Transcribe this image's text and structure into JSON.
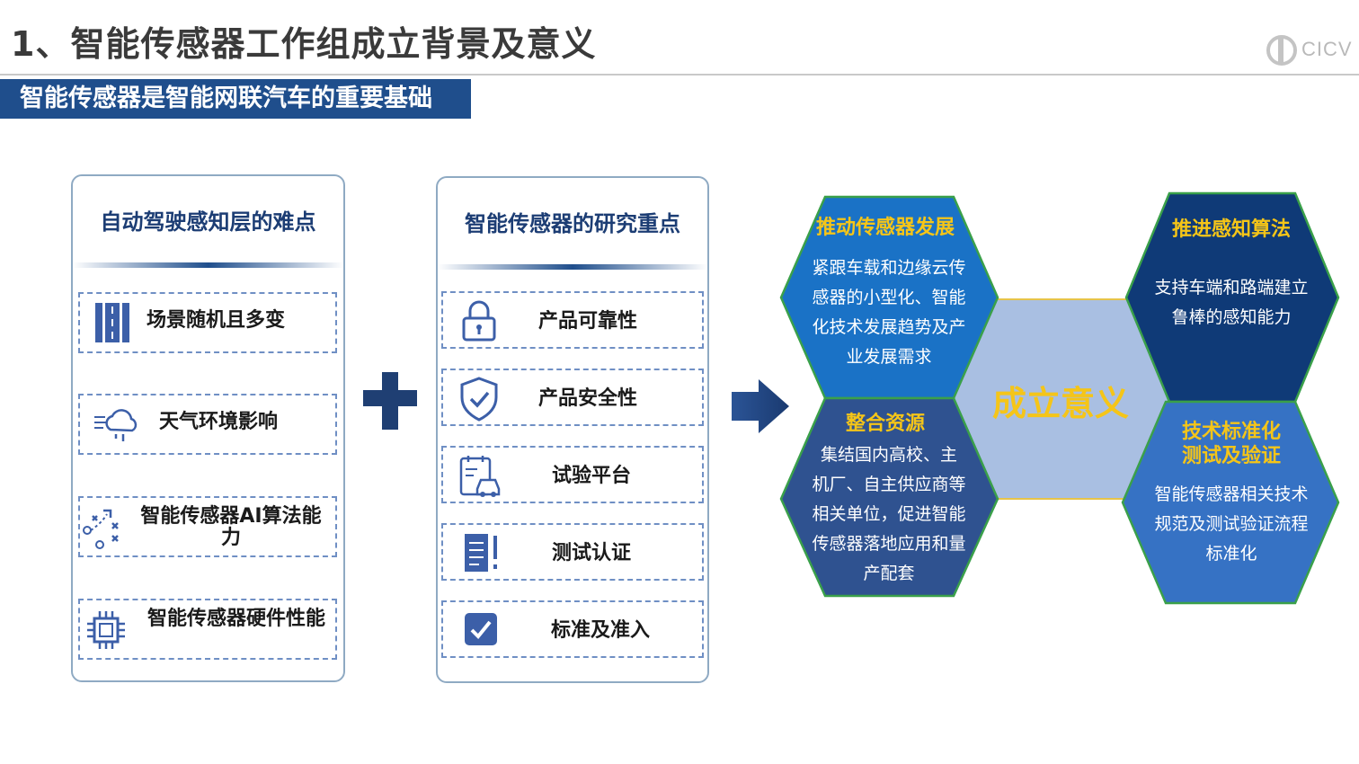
{
  "header": {
    "title": "1、智能传感器工作组成立背景及意义",
    "logo_text": "CICV",
    "subtitle": "智能传感器是智能网联汽车的重要基础"
  },
  "left_panel": {
    "title": "自动驾驶感知层的难点",
    "items": [
      {
        "label": "场景随机且多变",
        "icon": "road-icon"
      },
      {
        "label": "天气环境影响",
        "icon": "rain-cloud-icon"
      },
      {
        "label": "智能传感器AI算法能力",
        "icon": "strategy-icon"
      },
      {
        "label": "智能传感器硬件性能",
        "icon": "chip-icon"
      }
    ]
  },
  "mid_panel": {
    "title": "智能传感器的研究重点",
    "items": [
      {
        "label": "产品可靠性",
        "icon": "lock-icon"
      },
      {
        "label": "产品安全性",
        "icon": "shield-check-icon"
      },
      {
        "label": "试验平台",
        "icon": "car-test-icon"
      },
      {
        "label": "测试认证",
        "icon": "document-alert-icon"
      },
      {
        "label": "标准及准入",
        "icon": "checkbox-icon"
      }
    ]
  },
  "significance": {
    "center": "成立意义",
    "hexes": [
      {
        "title": "推动传感器发展",
        "body": [
          "紧跟车载和边缘云传",
          "感器的小型化、智能",
          "化技术发展趋势及产",
          "业发展需求"
        ]
      },
      {
        "title": "推进感知算法",
        "body": [
          "支持车端和路端建立",
          "鲁棒的感知能力"
        ]
      },
      {
        "title": "整合资源",
        "body": [
          "集结国内高校、主",
          "机厂、自主供应商等",
          "相关单位，促进智能",
          "传感器落地应用和量",
          "产配套"
        ]
      },
      {
        "title": "技术标准化测试及验证",
        "title_lines": [
          "技术标准化",
          "测试及验证"
        ],
        "body": [
          "智能传感器相关技术",
          "规范及测试验证流程",
          "标准化"
        ]
      }
    ]
  },
  "colors": {
    "navy": "#1f4e8c",
    "hex_bright_blue": "#1a72c6",
    "hex_dark_navy": "#0f3a77",
    "hex_steel": "#2f5290",
    "hex_mid_blue": "#3672c4",
    "center_light": "#a9bfe2",
    "hex_border": "#3aa04a",
    "accent_yellow": "#f5c518"
  }
}
